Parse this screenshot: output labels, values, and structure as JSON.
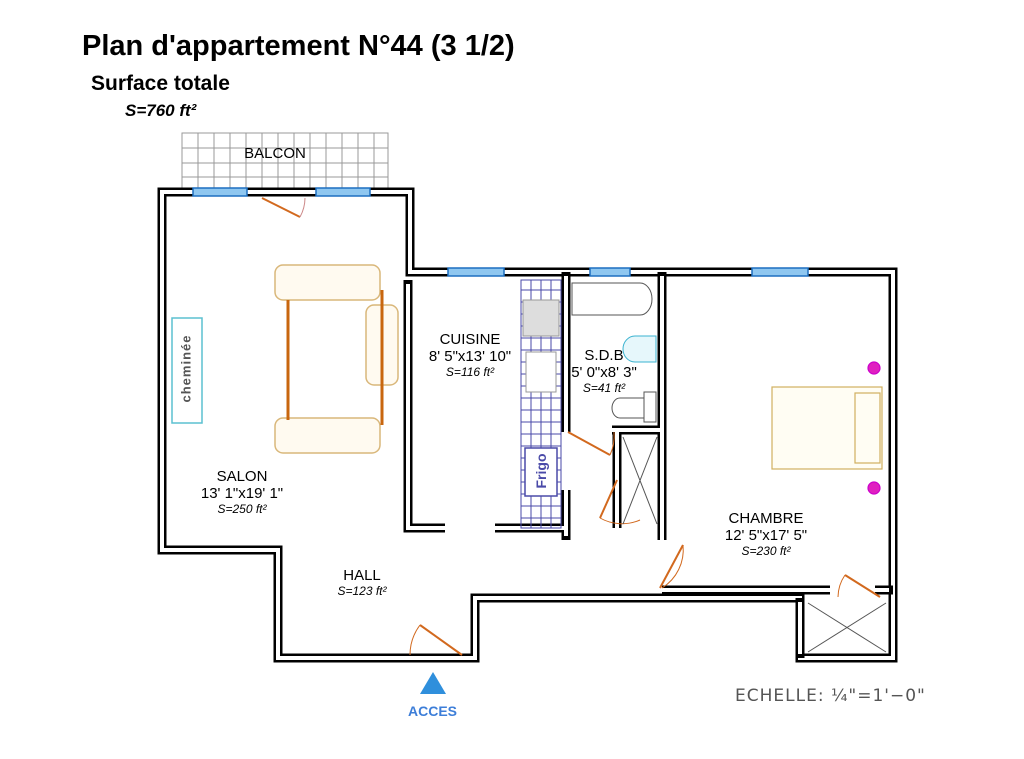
{
  "title": "Plan d'appartement N°44  (3  1/2)",
  "subtitle": "Surface totale",
  "total_surface": "S=760 ft²",
  "rooms": {
    "balcon": {
      "name": "BALCON"
    },
    "salon": {
      "name": "SALON",
      "dims": "13' 1\"x19' 1\"",
      "surface": "S=250 ft²"
    },
    "cuisine": {
      "name": "CUISINE",
      "dims": "8' 5\"x13' 10\"",
      "surface": "S=116 ft²"
    },
    "sdb": {
      "name": "S.D.B",
      "dims": "5' 0\"x8' 3\"",
      "surface": "S=41 ft²"
    },
    "chambre": {
      "name": "CHAMBRE",
      "dims": "12' 5\"x17' 5\"",
      "surface": "S=230 ft²"
    },
    "hall": {
      "name": "HALL",
      "surface": "S=123 ft²"
    }
  },
  "fixtures": {
    "fireplace": "cheminée",
    "fridge": "Frigo"
  },
  "scale": "ECHELLE:  ¼\"=1'−0\"",
  "entrance": "ACCES",
  "colors": {
    "wall": "#000000",
    "window": "#3b8fd6",
    "door": "#d2691e",
    "furniture": "#d9b77a",
    "kitchen": "#4a4aa8",
    "access": "#2f8fdc"
  }
}
